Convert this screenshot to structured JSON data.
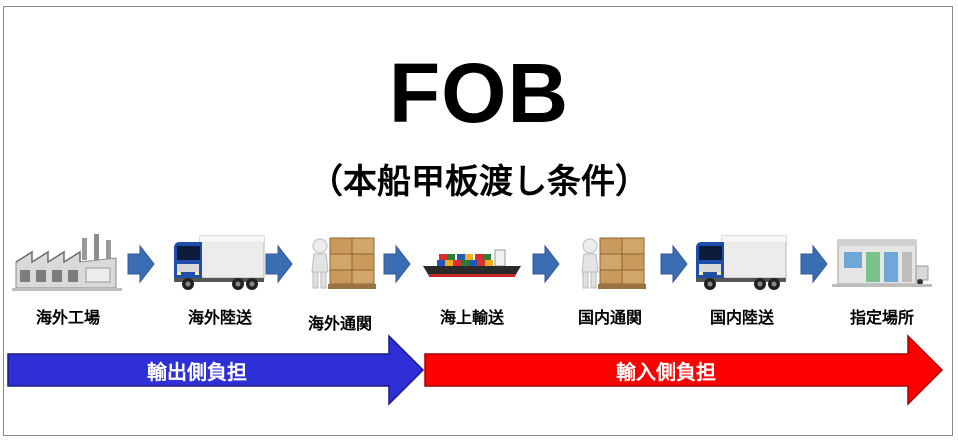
{
  "title": "FOB",
  "subtitle": "（本船甲板渡し条件）",
  "steps": [
    {
      "label": "海外工場",
      "icon": "factory-icon"
    },
    {
      "label": "海外陸送",
      "icon": "truck-icon"
    },
    {
      "label": "海外通関",
      "icon": "customs-boxes-icon"
    },
    {
      "label": "海上輸送",
      "icon": "container-ship-icon"
    },
    {
      "label": "国内通関",
      "icon": "customs-boxes-icon"
    },
    {
      "label": "国内陸送",
      "icon": "truck-icon"
    },
    {
      "label": "指定場所",
      "icon": "warehouse-icon"
    }
  ],
  "bands": [
    {
      "label": "輸出側負担",
      "color": "#2f2fd8"
    },
    {
      "label": "輸入側負担",
      "color": "#ff0000"
    }
  ],
  "colors": {
    "flow_arrow": "#3b6eb0",
    "border": "#8a8a8a"
  }
}
